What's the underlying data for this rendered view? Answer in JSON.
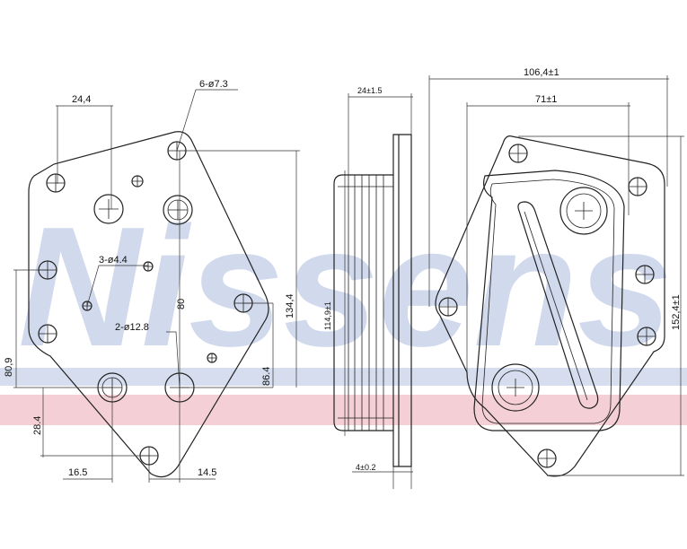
{
  "watermark": {
    "brand": "Nissens",
    "band_top_color": "#c9d3ea",
    "band_bottom_color": "#f2c7cf"
  },
  "left_view": {
    "dim_24_4": "24,4",
    "dim_6_d7_3": "6-ø7.3",
    "dim_3_d4_4": "3-ø4.4",
    "dim_80": "80",
    "dim_134_4": "134,4",
    "dim_2_d12_8": "2-ø12.8",
    "dim_86_4": "86.4",
    "dim_80_9": "80,9",
    "dim_28_4": "28.4",
    "dim_16_5": "16.5",
    "dim_14_5": "14.5"
  },
  "middle_view": {
    "dim_24": "24±1.5",
    "dim_114_9": "114,9±1",
    "dim_4": "4±0.2"
  },
  "right_view": {
    "dim_106_4": "106,4±1",
    "dim_71": "71±1",
    "dim_152_4": "152,4±1"
  }
}
